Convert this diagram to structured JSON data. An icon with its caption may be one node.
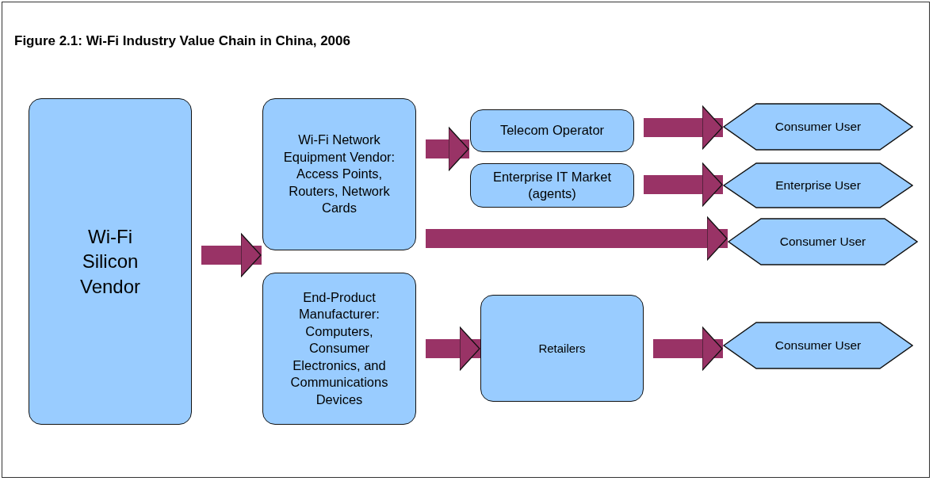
{
  "diagram": {
    "title": "Figure 2.1: Wi-Fi Industry Value Chain in China, 2006",
    "nodes": [
      {
        "text": [
          "Wi-Fi Silicon Vendor"
        ]
      },
      {
        "text": [
          "Wi-Fi Network Equipment Vendor: Access Points, Routers, Network Cards"
        ]
      },
      {
        "text": [
          "Telecom Operator"
        ]
      },
      {
        "text": [
          "Enterprise IT Market (agents)"
        ]
      },
      {
        "text": [
          "End-Product Manufacturer: Computers, Consumer Electronics, and Communications Devices"
        ]
      },
      {
        "text": [
          "Retailers"
        ]
      },
      {
        "text": [
          "Consumer User"
        ]
      },
      {
        "text": [
          "Enterprise User"
        ]
      },
      {
        "text": [
          "Consumer User"
        ]
      },
      {
        "text": [
          "Consumer User"
        ]
      }
    ],
    "edges": [
      {
        "from": 0,
        "to": 1,
        "arrow": "to"
      },
      {
        "from": 0,
        "to": 4,
        "arrow": "to"
      },
      {
        "from": 1,
        "to": 2,
        "arrow": "to"
      },
      {
        "from": 1,
        "to": 3,
        "arrow": "to"
      },
      {
        "from": 1,
        "to": 8,
        "arrow": "to"
      },
      {
        "from": 2,
        "to": 6,
        "arrow": "to"
      },
      {
        "from": 3,
        "to": 7,
        "arrow": "to"
      },
      {
        "from": 4,
        "to": 5,
        "arrow": "to"
      },
      {
        "from": 5,
        "to": 9,
        "arrow": "to"
      }
    ]
  }
}
